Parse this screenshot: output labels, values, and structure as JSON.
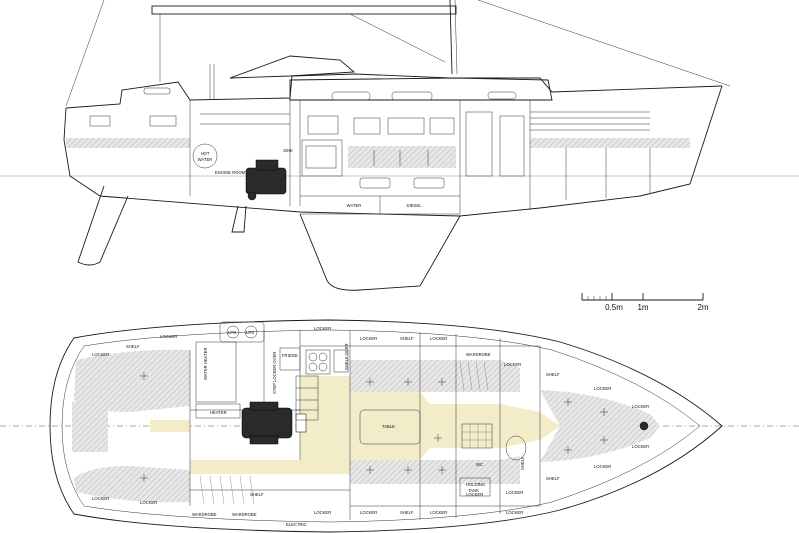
{
  "profile_labels": {
    "hot_water": [
      "HOT",
      "WATER"
    ],
    "engine_room": "ENGINE ROOM",
    "sink": "SINK",
    "water": "WATER",
    "diesel": "DIESEL"
  },
  "scale_bar": {
    "ticks": [
      "0.5m",
      "1m",
      "2m"
    ]
  },
  "plan_labels": {
    "locker": "LOCKER",
    "shelf": "SHELF",
    "wardrobe": "WARDROBE",
    "lpg": "LPG",
    "heater": "HEATER",
    "table": "TABLE",
    "fridge": "FRIDGE",
    "wc": "WC",
    "electric": "ELECTRIC",
    "holding_tank": [
      "HOLDING",
      "TANK"
    ],
    "water_heater": "WATER HEATER",
    "step_locker_over": "STEP LOCKER OVER",
    "shelf_over": "SHELF OVER",
    "shelf_vertical": "SHELF"
  },
  "colors": {
    "line": "#1a1a1a",
    "floor": "#f2ecc8",
    "engine": "#2a2a2a"
  }
}
